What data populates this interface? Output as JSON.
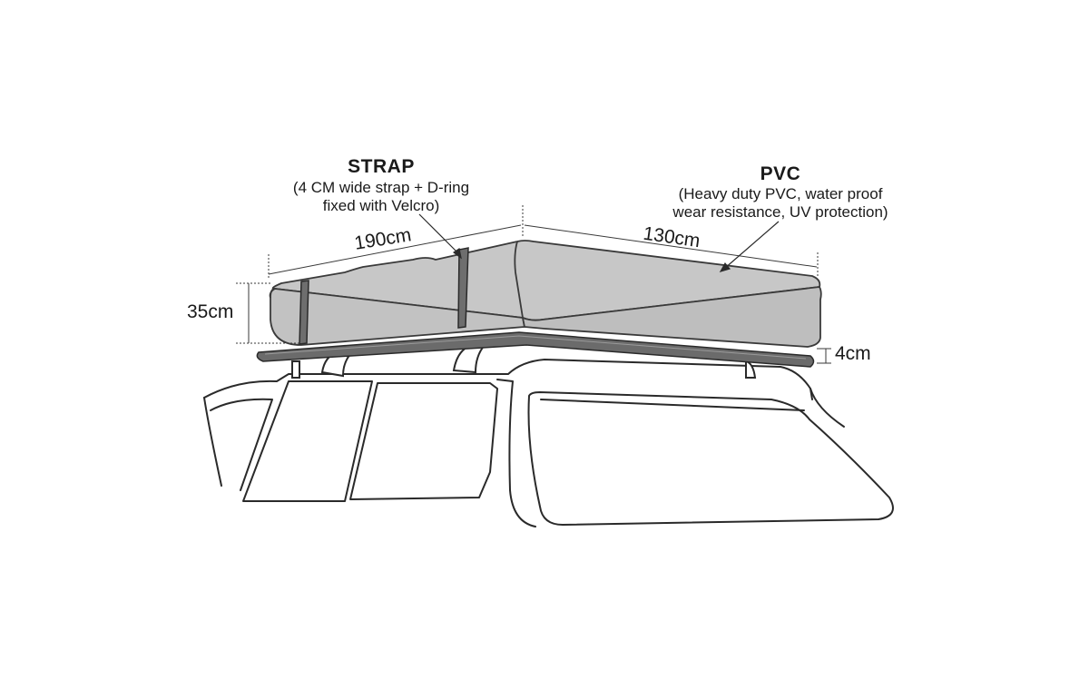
{
  "strap": {
    "title": "STRAP",
    "line1": "(4 CM wide strap + D-ring",
    "line2": "fixed with Velcro)"
  },
  "pvc": {
    "title": "PVC",
    "line1": "(Heavy duty PVC, water proof",
    "line2": "wear resistance, UV protection)"
  },
  "dimensions": {
    "length": "190cm",
    "width": "130cm",
    "height": "35cm",
    "rail": "4cm"
  },
  "colors": {
    "mattress_fill": "#c7c7c7",
    "mattress_stroke": "#3a3a3a",
    "strap_fill": "#6e6e6e",
    "rack_fill": "#6b6b6b",
    "car_stroke": "#2a2a2a"
  }
}
